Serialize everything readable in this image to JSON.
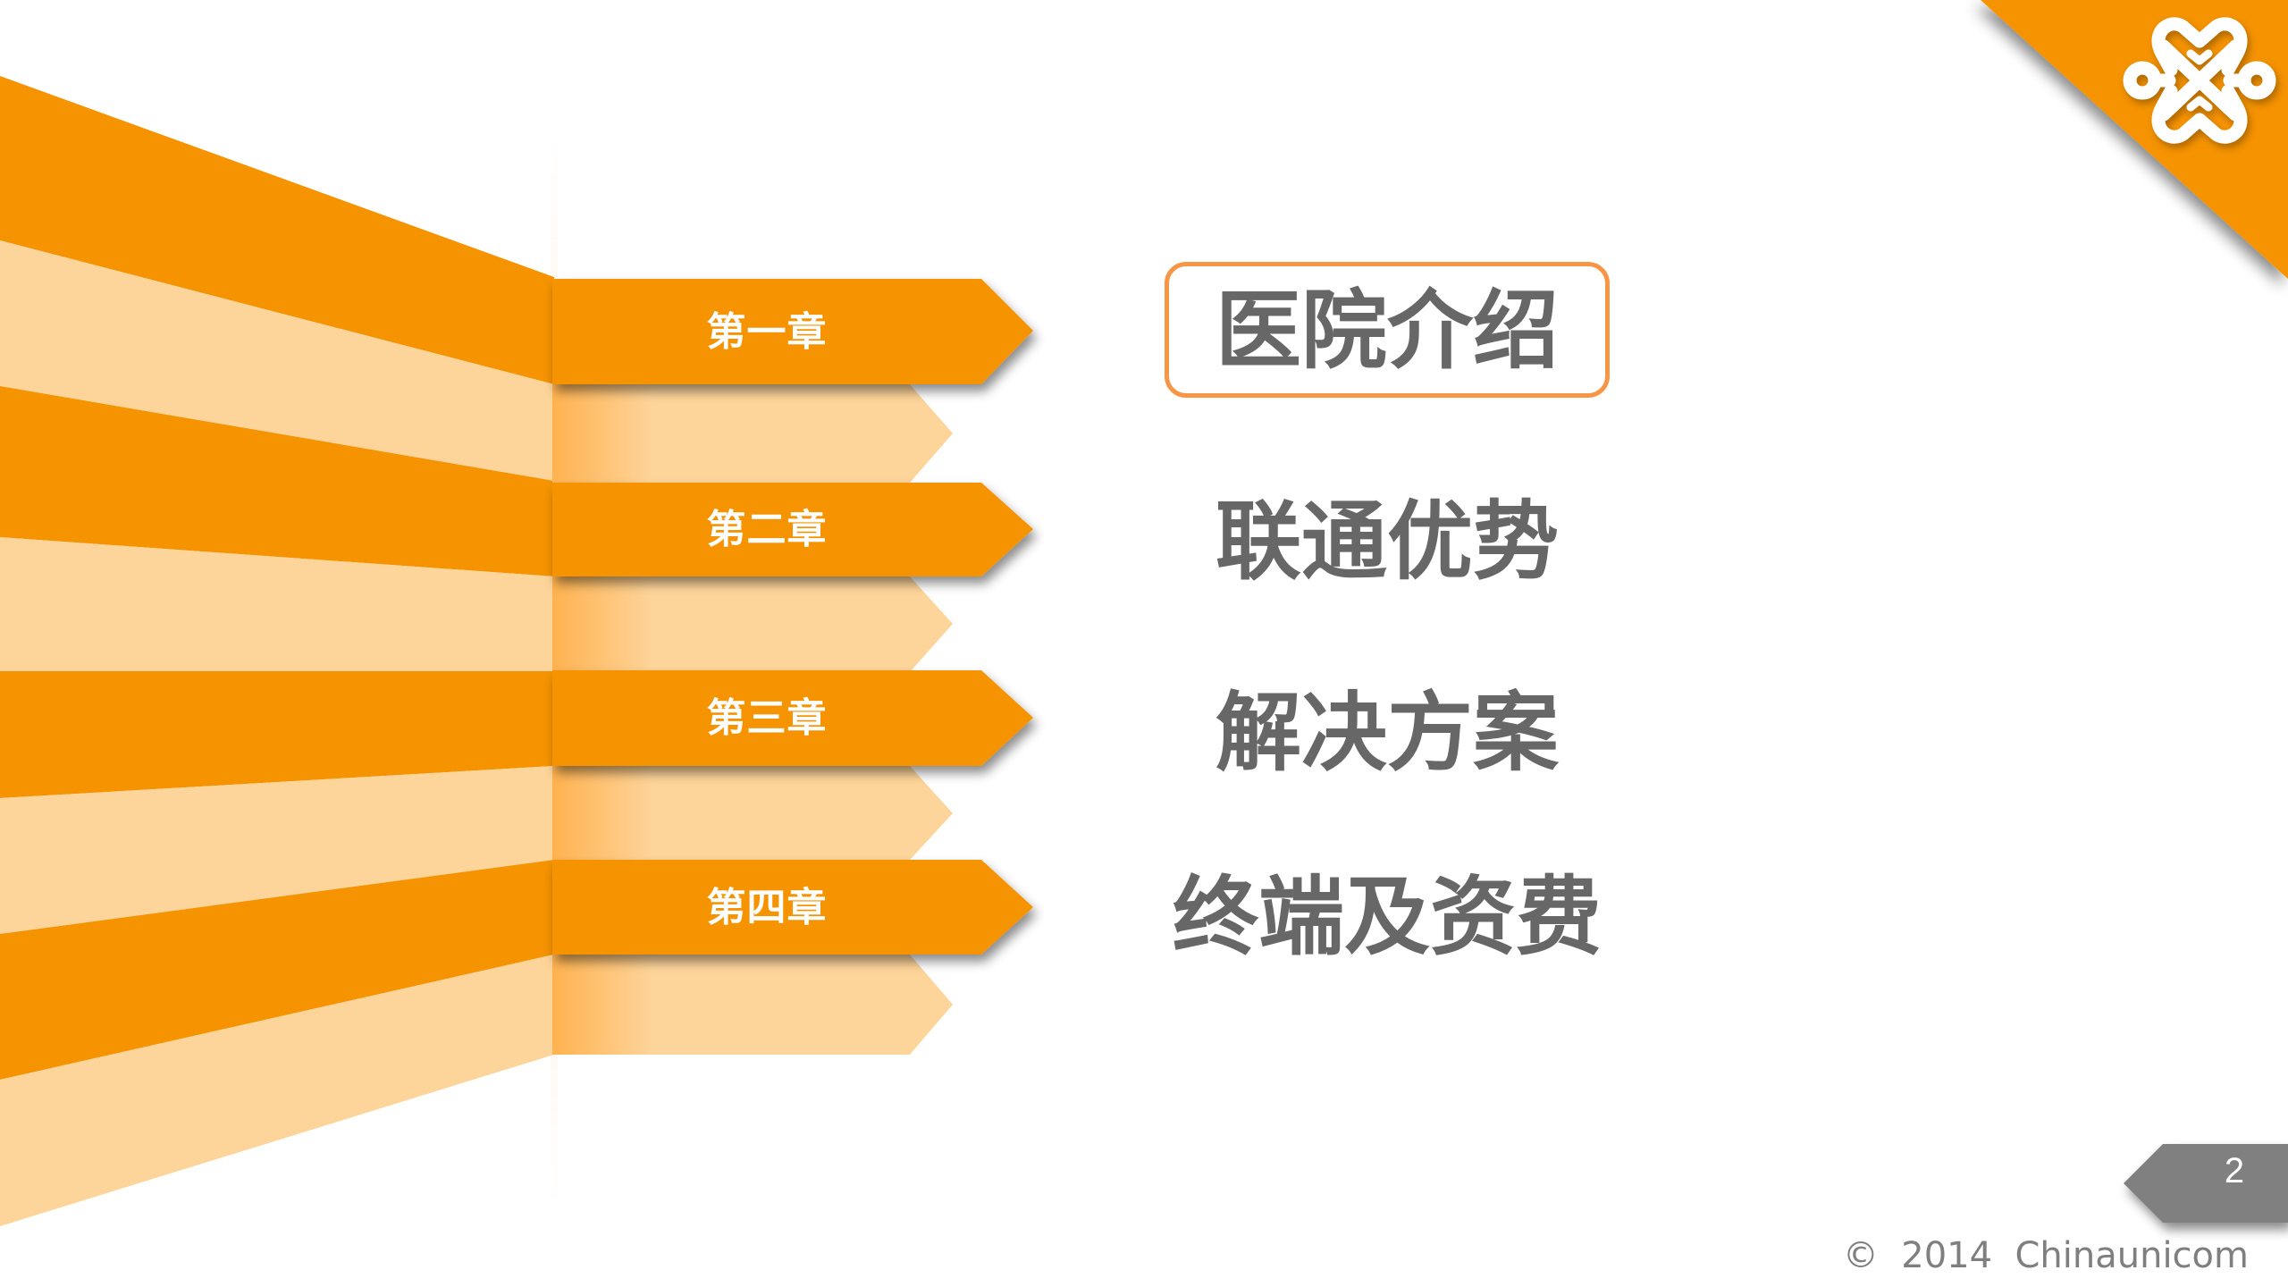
{
  "slide": {
    "page_number": "2",
    "copyright": "©  2014  Chinaunicom",
    "logo": "china-unicom-knot-logo"
  },
  "colors": {
    "brand_orange": "#F59300",
    "light_orange": "#FDD49A",
    "gradient_orange": "#FFB24F",
    "title_gray": "#676767",
    "highlight_border": "#F79646",
    "badge_gray": "#7F7F7F"
  },
  "chapters": [
    {
      "label": "第一章",
      "title": "医院介绍",
      "active": true
    },
    {
      "label": "第二章",
      "title": "联通优势",
      "active": false
    },
    {
      "label": "第三章",
      "title": "解决方案",
      "active": false
    },
    {
      "label": "第四章",
      "title": "终端及资费",
      "active": false
    }
  ]
}
